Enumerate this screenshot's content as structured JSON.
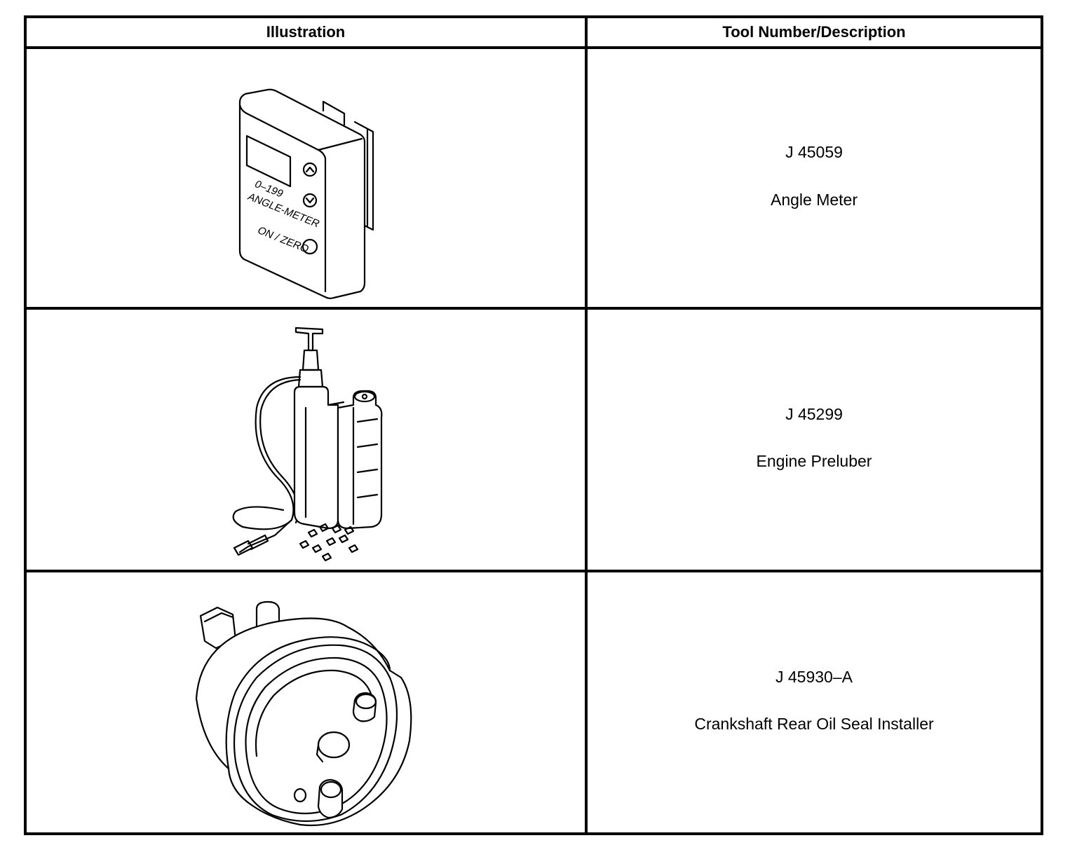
{
  "table": {
    "headers": {
      "illustration": "Illustration",
      "tool": "Tool Number/Description"
    },
    "rows": [
      {
        "tool_number": "J 45059",
        "description": "Angle Meter",
        "illustration_text": {
          "range": "0–199",
          "label": "ANGLE-METER",
          "button": "ON / ZERO"
        }
      },
      {
        "tool_number": "J 45299",
        "description": "Engine Preluber"
      },
      {
        "tool_number": "J 45930–A",
        "description": "Crankshaft Rear Oil Seal Installer"
      }
    ]
  }
}
